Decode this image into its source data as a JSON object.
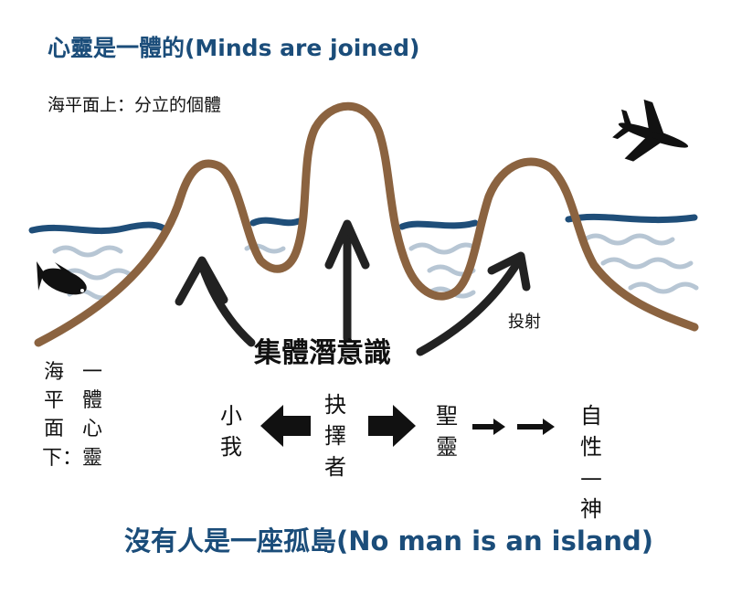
{
  "title": "心靈是一體的(Minds are joined)",
  "above_sea_label": "海平面上：分立的個體",
  "below_sea_label": "海平面下：",
  "one_mind_label": "一體心靈",
  "collective_label": "集體潛意識",
  "projection_label": "投射",
  "small_self_label": "小我",
  "chooser_label": "抉擇者",
  "holy_spirit_label": "聖靈",
  "self_god_label": "自性—神",
  "bottom_caption": "沒有人是一座孤島(No man is an island)",
  "colors": {
    "title_text": "#1b4d7a",
    "sea_line": "#1f4e79",
    "wave_faint": "#9fb3c6",
    "mountain": "#8b6340",
    "arrow": "#222222"
  },
  "icons": [
    "airplane-icon",
    "fish-icon"
  ]
}
